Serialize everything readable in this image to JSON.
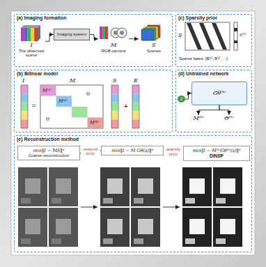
{
  "diagram": {
    "nodes": [
      {
        "text": [
          "(a) Imaging formation"
        ]
      },
      {
        "text": [
          "I",
          "The observed scene"
        ],
        "in": 0
      },
      {
        "text": [
          "Imaging system"
        ],
        "in": 0
      },
      {
        "text": [
          "M",
          "RGB camera"
        ],
        "in": 0
      },
      {
        "text": [
          "S",
          "Scenes"
        ],
        "in": 0
      },
      {
        "text": [
          "(c) Sparsity prior"
        ]
      },
      {
        "text": [
          "Sparse basis: [B⁽¹⁾, B⁽²⁾, …]"
        ],
        "in": 5
      },
      {
        "text": [
          "(b) Bilinear model"
        ]
      },
      {
        "text": [
          "(d) Untrained network"
        ]
      },
      {
        "text": [
          "z"
        ],
        "in": 8
      },
      {
        "text": [
          "Gθ⁽ᵏ⁾"
        ],
        "in": 8
      },
      {
        "text": [
          "M⁽ᵏ⁾"
        ],
        "in": 8
      },
      {
        "text": [
          "Θ⁽ᵏ⁾"
        ],
        "in": 8
      },
      {
        "text": [
          "(e) Reconstruction method"
        ]
      },
      {
        "text": [
          "min‖I − MS‖²",
          "Coarse reconstruction"
        ],
        "in": 13
      },
      {
        "text": [
          "min‖I − M Gθ(z)‖²"
        ],
        "in": 13
      },
      {
        "text": [
          "min‖I − M⁽ᵏ⁾Gθ⁽ᵏ⁾(z)‖²",
          "DINSP"
        ],
        "in": 13
      }
    ],
    "edges": [
      {
        "from": 1,
        "to": 2,
        "arrow": "to"
      },
      {
        "from": 2,
        "to": 3,
        "arrow": "to"
      },
      {
        "from": 3,
        "to": 4,
        "arrow": "to"
      },
      {
        "from": 9,
        "to": 10,
        "arrow": "to"
      },
      {
        "from": 10,
        "to": 11,
        "arrow": "to"
      },
      {
        "from": 10,
        "to": 12,
        "arrow": "to"
      },
      {
        "from": 14,
        "to": 15,
        "label": "network prior",
        "arrow": "to"
      },
      {
        "from": 15,
        "to": 16,
        "label": "sparsity prior",
        "arrow": "to"
      }
    ],
    "labels": [
      "I",
      "=",
      "M",
      "S",
      "+",
      "E",
      "M⁽¹⁾",
      "M⁽²⁾",
      "M⁽ᴷ⁾",
      "0",
      "0",
      "S",
      "s⁽ᵏ⁾"
    ]
  }
}
